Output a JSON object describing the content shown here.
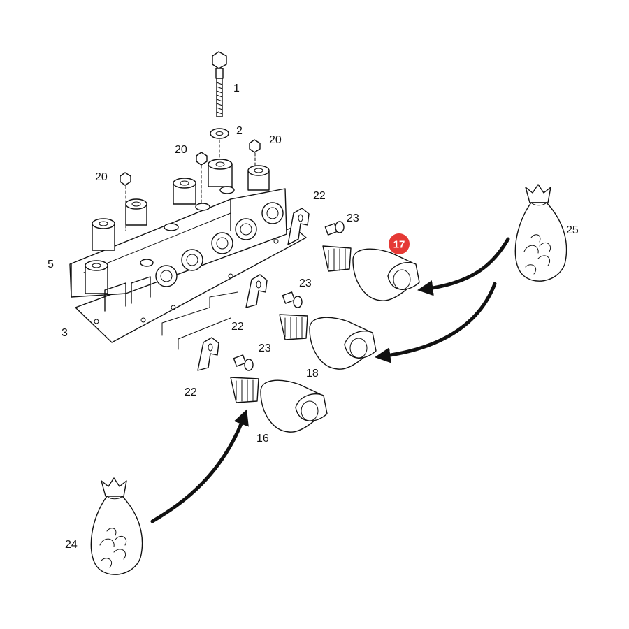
{
  "callouts": {
    "c1": "1",
    "c2": "2",
    "c3": "3",
    "c5": "5",
    "c16": "16",
    "c17": "17",
    "c18": "18",
    "c20a": "20",
    "c20b": "20",
    "c20c": "20",
    "c22a": "22",
    "c22b": "22",
    "c22c": "22",
    "c23a": "23",
    "c23b": "23",
    "c23c": "23",
    "c24": "24",
    "c25": "25"
  },
  "highlight": {
    "part": "17",
    "color": "#e53935"
  },
  "colors": {
    "line": "#111111",
    "background": "#ffffff"
  }
}
